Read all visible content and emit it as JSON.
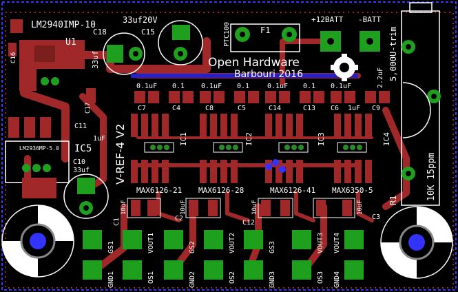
{
  "colors": {
    "background": "#000000",
    "copper": "#a02828",
    "copper_dark": "#7a1e1e",
    "pad": "#1ea01e",
    "pad_hole": "#3333ff",
    "silk": "#ffffff",
    "outline": "#3a3aff",
    "via": "#2a8a2a",
    "bottom": "#2222cc"
  },
  "header": {
    "regulator_top": "LM2940IMP-10",
    "u1": "U1",
    "c16": "C16",
    "c18": "C18",
    "c15": "C15",
    "c18_val": "33uf",
    "c15_val": "33uf20V",
    "ptc": "PTC100",
    "f1": "F1",
    "plus_batt": "+12BATT",
    "minus_batt": "-BATT",
    "trim": "5,000U-trim",
    "open_hw": "Open Hardware",
    "author": "Barbouri 2016",
    "c22": "2.2uF",
    "c17": "C17",
    "c11": "C11",
    "c11_val": "1uF",
    "ic5_part": "LM2936MP-5.0",
    "ic5": "IC5",
    "c10": "C10",
    "c10_val": "33uf",
    "vref": "V-REF-4 V2",
    "r1": "R1",
    "r1_val": "10K 15ppm"
  },
  "caps_top": [
    "0.1uF",
    "0.1",
    "0.1uF",
    "0.1",
    "0.1uF",
    "0.1",
    "0.1uF"
  ],
  "cap_ids": [
    "C7",
    "C4",
    "C8",
    "C5",
    "C14",
    "C13",
    "C6",
    "C9"
  ],
  "cap_small": "1uF",
  "ics": [
    "IC1",
    "IC2",
    "IC3",
    "IC4"
  ],
  "chips": [
    "MAX6126-21",
    "MAX6126-28",
    "MAX6126-41",
    "MAX6350-5"
  ],
  "out_caps": [
    "C1",
    "C2",
    "C12",
    "C3"
  ],
  "out_cap_val": "10uF",
  "bottom_labels": {
    "top_row": [
      "GS1",
      "VOUT1",
      "GS2",
      "VOUT2",
      "GS3",
      "VOUT3",
      "VOUT4"
    ],
    "bottom_row": [
      "GND1",
      "OS1",
      "GND2",
      "OS2",
      "GND3",
      "OS3",
      "GND4"
    ]
  }
}
